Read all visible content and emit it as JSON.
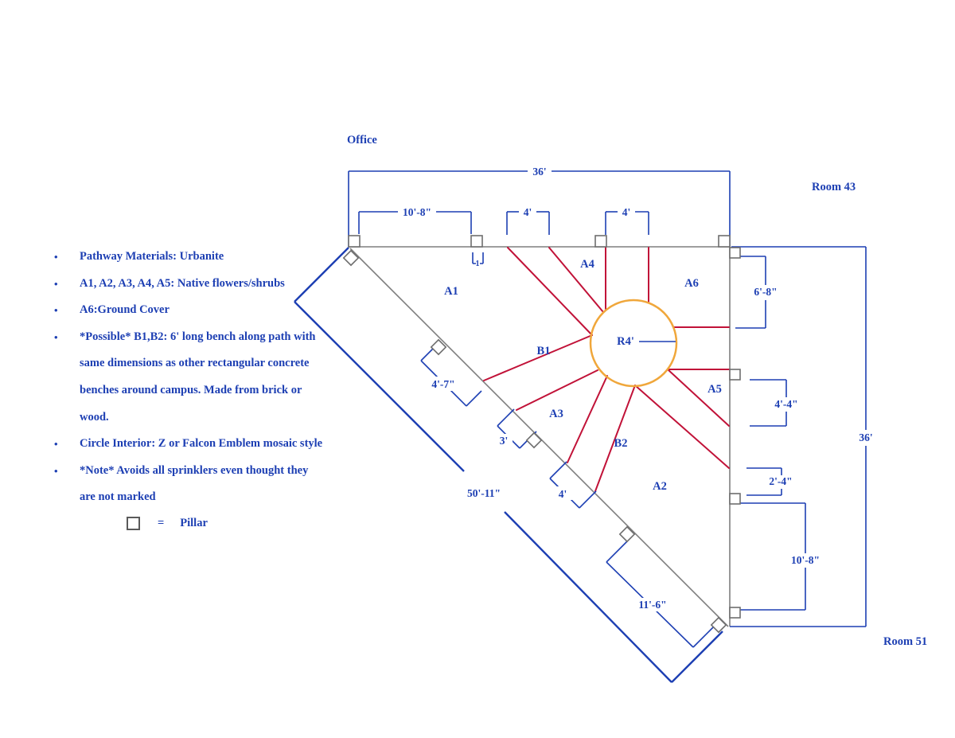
{
  "colors": {
    "blue": "#1d3fb3",
    "red": "#c11238",
    "gray": "#7e7e7e",
    "orange": "#f0a73b"
  },
  "notes": {
    "bullets": [
      {
        "lines": [
          "Pathway Materials: Urbanite"
        ]
      },
      {
        "lines": [
          "A1, A2, A3, A4, A5: Native flowers/shrubs"
        ]
      },
      {
        "lines": [
          "A6:Ground Cover"
        ]
      },
      {
        "lines": [
          "*Possible* B1,B2: 6' long bench along path with",
          "same dimensions as other rectangular concrete",
          "benches around campus. Made from brick or",
          "wood."
        ]
      },
      {
        "lines": [
          "Circle Interior: Z or Falcon Emblem mosaic style"
        ]
      },
      {
        "lines": [
          "*Note* Avoids all sprinklers even thought they",
          "are not marked"
        ]
      }
    ],
    "bullet_char": "•"
  },
  "legend": {
    "equals": "=",
    "label": "Pillar"
  },
  "plan": {
    "rooms": {
      "office": "Office",
      "room43": "Room 43",
      "room51": "Room 51"
    },
    "areas": {
      "a1": "A1",
      "a2": "A2",
      "a3": "A3",
      "a4": "A4",
      "a5": "A5",
      "a6": "A6"
    },
    "paths": {
      "b1": "B1",
      "b2": "B2"
    },
    "circle": {
      "radius": "R4'"
    },
    "dims": {
      "top_total": "36'",
      "top_left": "10'-8\"",
      "top_path_a": "4'",
      "top_path_b": "4'",
      "pillar_width": "1",
      "right_total": "36'",
      "right_a": "6'-8\"",
      "right_b": "4'-4\"",
      "right_c": "2'-4\"",
      "right_d": "10'-8\"",
      "diag_total": "50'-11\"",
      "diag_a": "4'-7\"",
      "diag_b": "3'",
      "diag_c": "4'",
      "diag_d": "11'-6\""
    }
  }
}
